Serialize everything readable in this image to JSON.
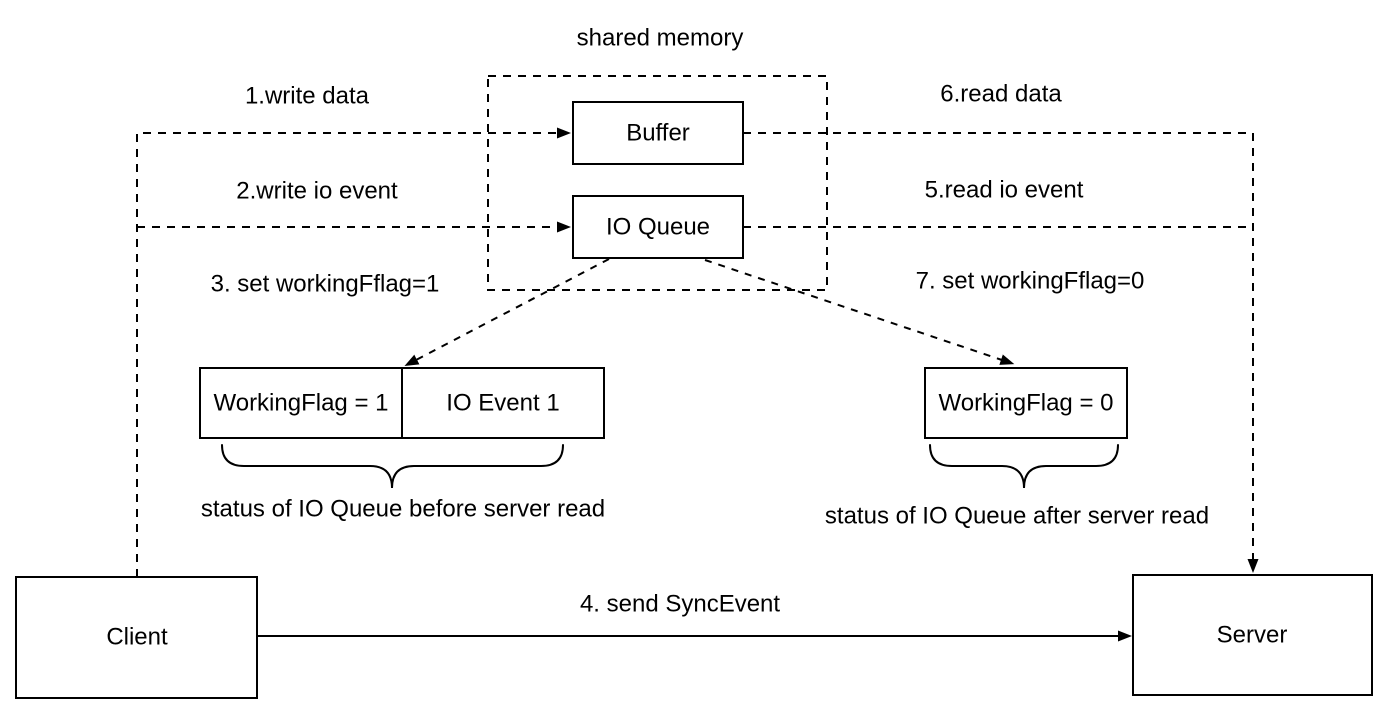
{
  "diagram": {
    "title": "shared memory",
    "nodes": {
      "buffer": "Buffer",
      "io_queue": "IO Queue",
      "client": "Client",
      "server": "Server",
      "working_flag_1": "WorkingFlag = 1",
      "io_event_1": "IO Event 1",
      "working_flag_0": "WorkingFlag = 0"
    },
    "edges": {
      "write_data": "1.write data",
      "write_io_event": "2.write io event",
      "set_working_flag_1": "3. set workingFflag=1",
      "send_sync_event": "4. send SyncEvent",
      "read_io_event": "5.read io event",
      "read_data": "6.read data",
      "set_working_flag_0": "7. set workingFflag=0"
    },
    "captions": {
      "before_read": "status of IO Queue before server read",
      "after_read": "status of IO Queue after server read"
    },
    "colors": {
      "line": "#000000",
      "background": "#ffffff"
    }
  }
}
